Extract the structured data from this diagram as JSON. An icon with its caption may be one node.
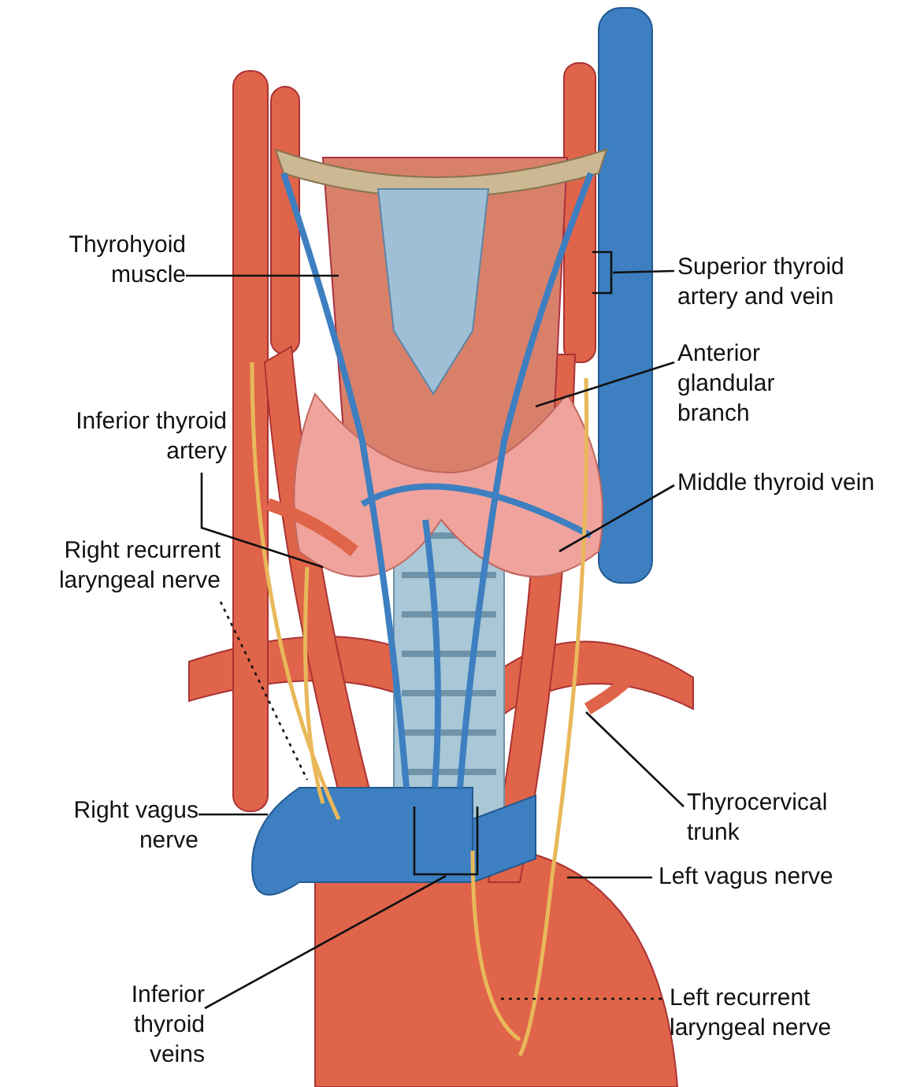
{
  "diagram": {
    "nodes": [
      {
        "text": [
          "Thyrohyoid muscle"
        ]
      },
      {
        "text": [
          "Inferior thyroid artery"
        ]
      },
      {
        "text": [
          "Right recurrent laryngeal nerve"
        ]
      },
      {
        "text": [
          "Right vagus nerve"
        ]
      },
      {
        "text": [
          "Inferior thyroid veins"
        ]
      },
      {
        "text": [
          "Superior thyroid artery and vein"
        ]
      },
      {
        "text": [
          "Anterior glandular branch"
        ]
      },
      {
        "text": [
          "Middle thyroid vein"
        ]
      },
      {
        "text": [
          "Thyrocervical trunk"
        ]
      },
      {
        "text": [
          "Left vagus nerve"
        ]
      },
      {
        "text": [
          "Left recurrent laryngeal nerve"
        ]
      },
      {
        "text": [],
        "shape": "bracket"
      },
      {
        "text": [],
        "shape": "bracket"
      }
    ],
    "edges": [
      {
        "from": 0,
        "to": null,
        "arrow": "none"
      },
      {
        "from": 1,
        "to": null,
        "arrow": "none"
      },
      {
        "from": 2,
        "to": null,
        "arrow": "none",
        "style": "dashed"
      },
      {
        "from": 3,
        "to": null,
        "arrow": "none"
      },
      {
        "from": 4,
        "to": 12,
        "arrow": "none"
      },
      {
        "from": 5,
        "to": 11,
        "arrow": "none"
      },
      {
        "from": 6,
        "to": null,
        "arrow": "none"
      },
      {
        "from": 7,
        "to": null,
        "arrow": "none"
      },
      {
        "from": 8,
        "to": null,
        "arrow": "none"
      },
      {
        "from": 9,
        "to": null,
        "arrow": "none"
      },
      {
        "from": 10,
        "to": null,
        "arrow": "none",
        "style": "dashed"
      }
    ]
  }
}
